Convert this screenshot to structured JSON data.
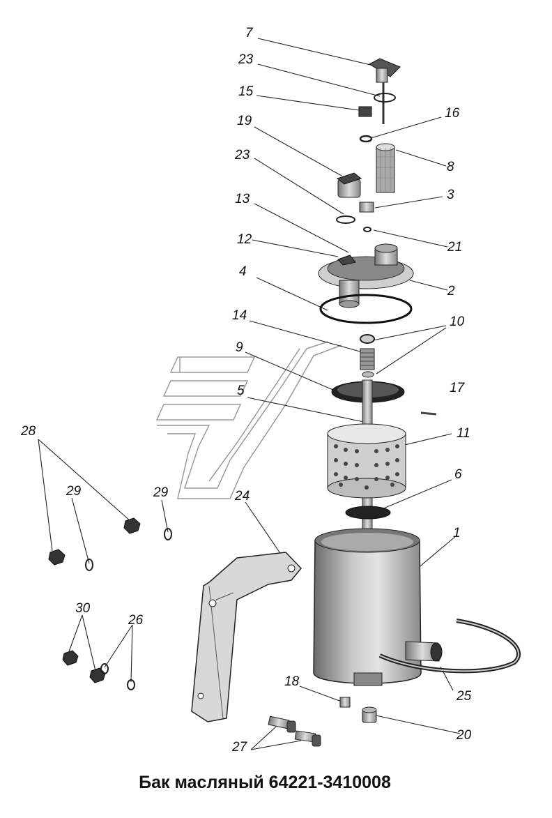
{
  "title": "Бак масляный 64221-3410008",
  "labels": {
    "p1": "1",
    "p2": "2",
    "p3": "3",
    "p4": "4",
    "p5": "5",
    "p6": "6",
    "p7": "7",
    "p8": "8",
    "p9": "9",
    "p10": "10",
    "p11": "11",
    "p12": "12",
    "p13": "13",
    "p14": "14",
    "p15": "15",
    "p16": "16",
    "p17": "17",
    "p18": "18",
    "p19": "19",
    "p20": "20",
    "p21": "21",
    "p23a": "23",
    "p23b": "23",
    "p24": "24",
    "p25": "25",
    "p26": "26",
    "p27": "27",
    "p28": "28",
    "p29a": "29",
    "p29b": "29",
    "p30": "30"
  }
}
